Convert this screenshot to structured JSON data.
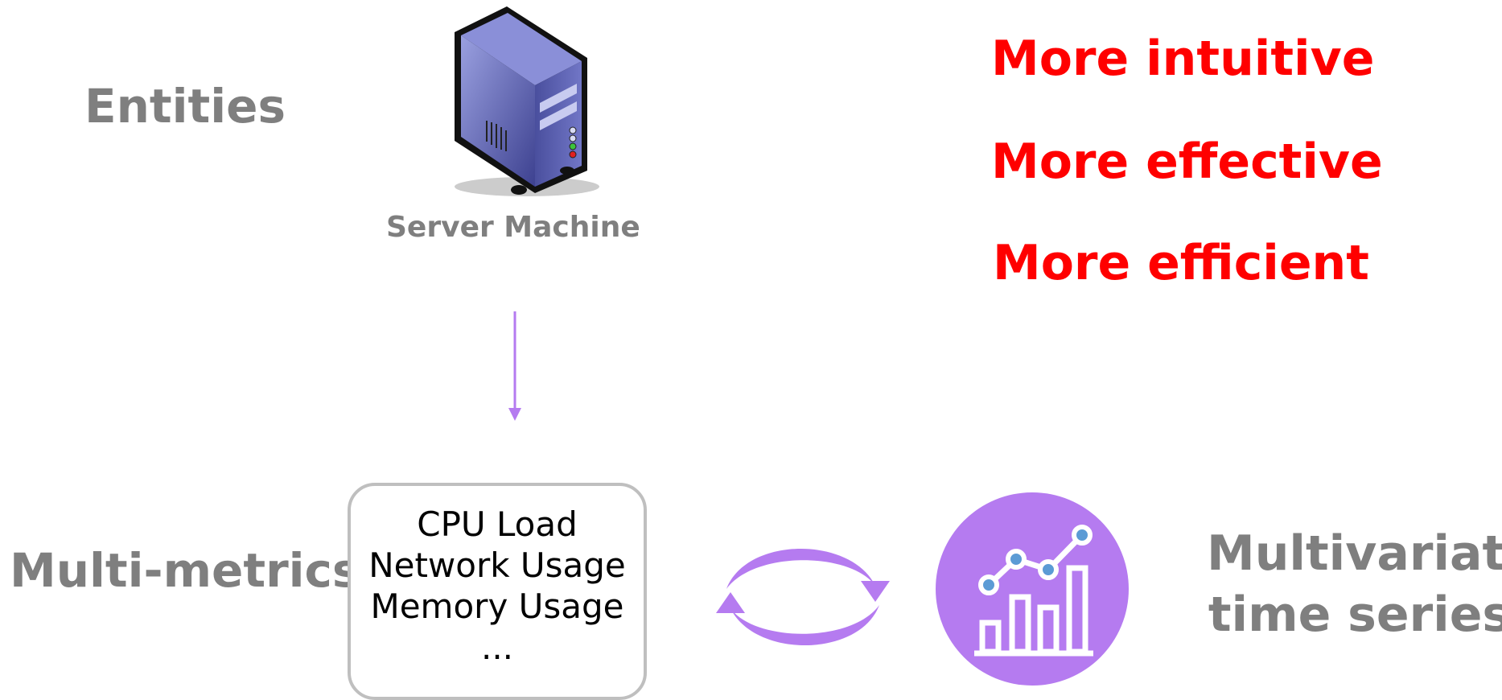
{
  "entities_label": "Entities",
  "server_caption": "Server Machine",
  "advantages": [
    "More intuitive",
    "More effective",
    "More efficient"
  ],
  "multimetrics_label": "Multi-metrics",
  "metrics": [
    "CPU Load",
    "Network Usage",
    "Memory Usage",
    "..."
  ],
  "mts_label_line1": "Multivariate",
  "mts_label_line2": "time series",
  "colors": {
    "gray_text": "#7f7f7f",
    "accent_red": "#ff0000",
    "purple": "#b57bf0",
    "server_body": "#5a5ea8"
  },
  "icons": [
    "server-icon",
    "down-arrow-icon",
    "cycle-arrows-icon",
    "chart-circle-icon"
  ]
}
